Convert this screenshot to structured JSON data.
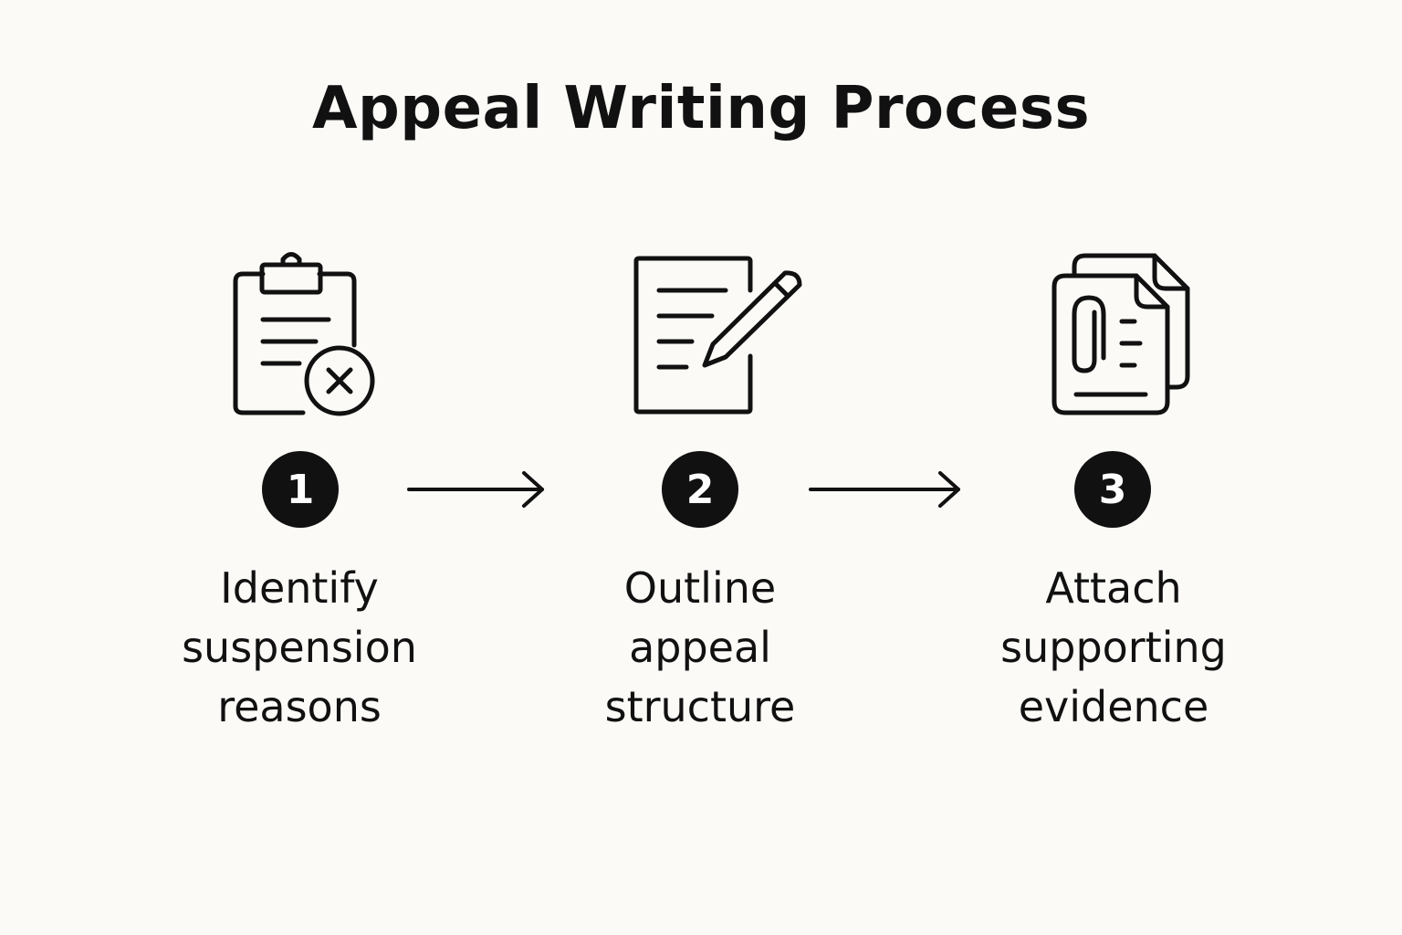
{
  "title": "Appeal Writing Process",
  "steps": [
    {
      "number": "1",
      "icon": "clipboard-x-icon",
      "label_lines": [
        "Identify",
        "suspension",
        "reasons"
      ]
    },
    {
      "number": "2",
      "icon": "document-pencil-icon",
      "label_lines": [
        "Outline",
        "appeal",
        "structure"
      ]
    },
    {
      "number": "3",
      "icon": "documents-paperclip-icon",
      "label_lines": [
        "Attach",
        "supporting",
        "evidence"
      ]
    }
  ],
  "colors": {
    "background": "#fbfaf7",
    "ink": "#111111",
    "badge_text": "#ffffff"
  }
}
